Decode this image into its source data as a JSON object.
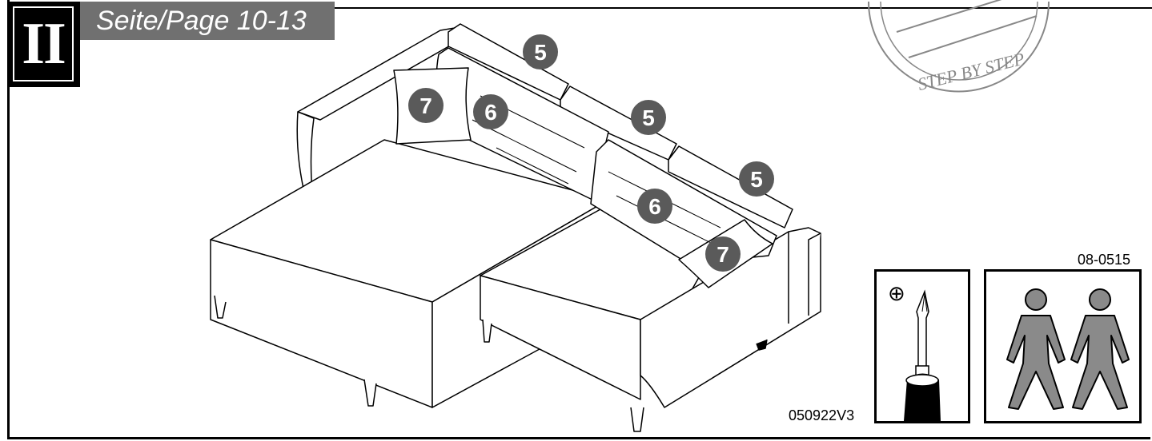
{
  "step": {
    "number": "II",
    "page_ref": "Seite/Page 10-13"
  },
  "stamp": {
    "text": "STEP BY STEP"
  },
  "callouts": {
    "back_cushion": "5",
    "tufted_cushion": "6",
    "throw_pillow": "7"
  },
  "tools": {
    "screwdriver_symbol": "⊕",
    "screwdriver_name": "phillips-screwdriver-icon",
    "persons_name": "two-persons-icon"
  },
  "codes": {
    "top_right": "08-0515",
    "bottom": "050922V3"
  },
  "colors": {
    "callout_fill": "#5a5a5a",
    "person_fill": "#8a8a8a",
    "header_gray": "#707070"
  }
}
